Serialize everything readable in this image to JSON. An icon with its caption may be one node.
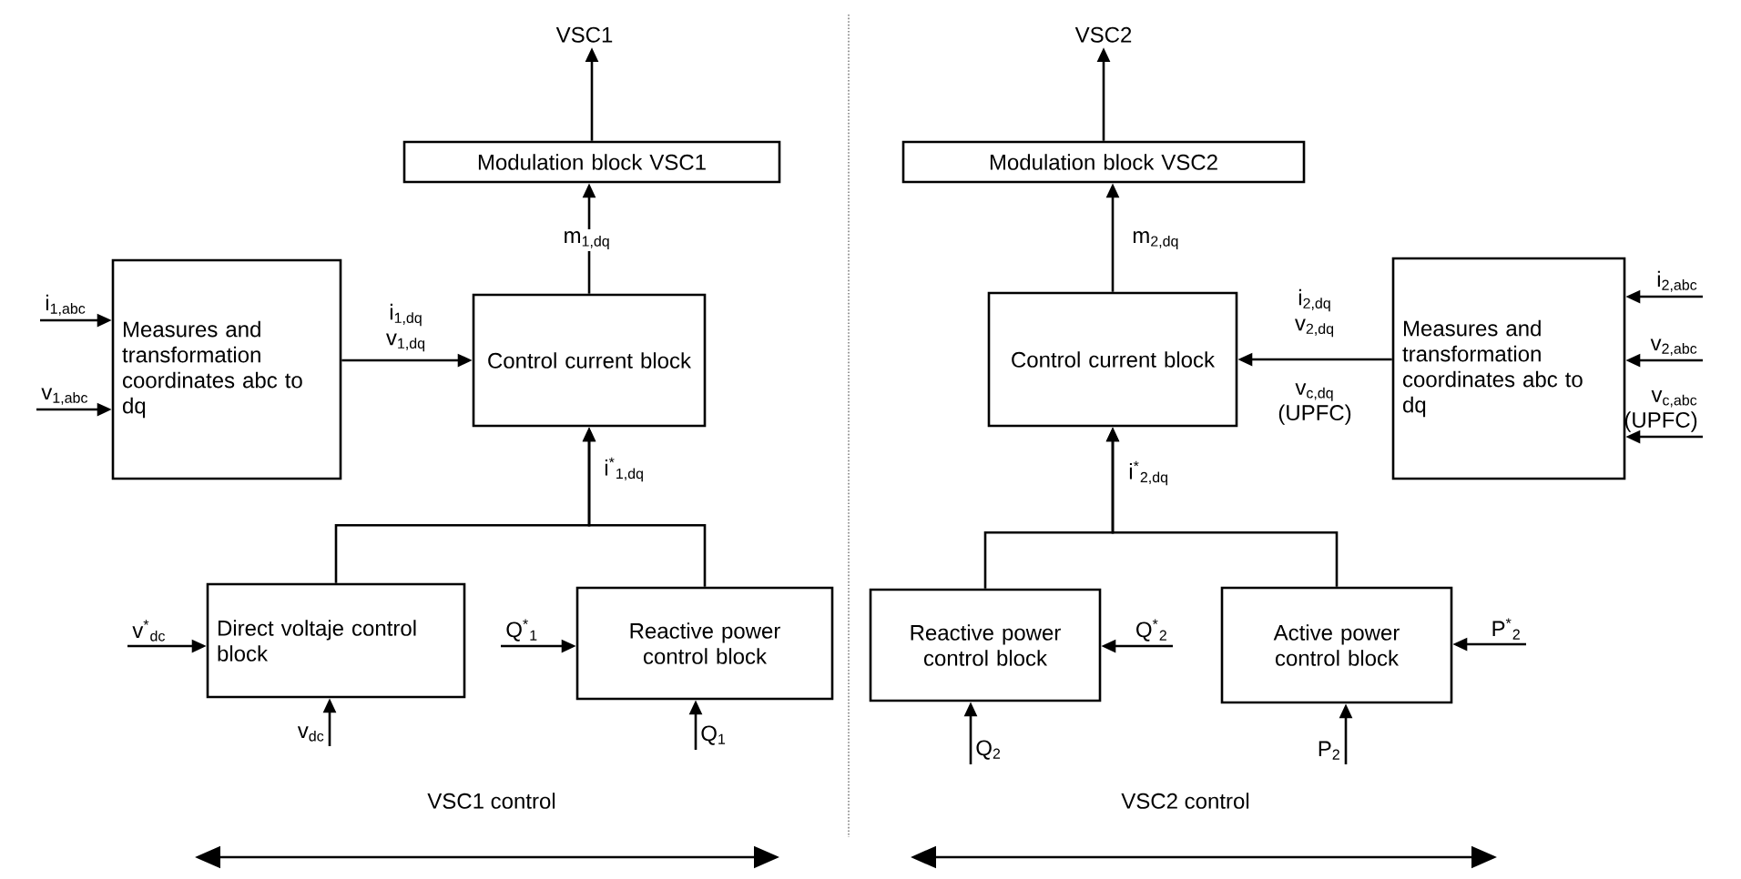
{
  "diagram": {
    "nodes": [
      {
        "text": [
          "Modulation block VSC1"
        ]
      },
      {
        "text": [
          "Measures and transformation coordinates abc to dq"
        ]
      },
      {
        "text": [
          "Control current block"
        ]
      },
      {
        "text": [
          "Direct voltaje control block"
        ]
      },
      {
        "text": [
          "Reactive power control block"
        ]
      },
      {
        "text": [
          "Modulation block VSC2"
        ]
      },
      {
        "text": [
          "Control current block"
        ]
      },
      {
        "text": [
          "Measures and transformation coordinates abc to dq"
        ]
      },
      {
        "text": [
          "Reactive power control block"
        ]
      },
      {
        "text": [
          "Active power control block"
        ]
      },
      {
        "text": [
          "VSC1"
        ]
      },
      {
        "text": [
          "i$_{1,abc}$"
        ]
      },
      {
        "text": [
          "v$_{1,abc}$"
        ]
      },
      {
        "text": [
          "v$^{*}$$_{dc}$"
        ]
      },
      {
        "text": [
          "v$_{dc}$"
        ]
      },
      {
        "text": [
          "Q$^{*}$$_{1}$"
        ]
      },
      {
        "text": [
          "Q$_{1}$"
        ]
      },
      {
        "text": [
          "VSC2"
        ]
      },
      {
        "text": [
          "i$_{2,abc}$"
        ]
      },
      {
        "text": [
          "v$_{2,abc}$"
        ]
      },
      {
        "text": [
          "v$_{c,abc}$ (UPFC)"
        ]
      },
      {
        "text": [
          "Q$^{*}$$_{2}$"
        ]
      },
      {
        "text": [
          "Q$_{2}$"
        ]
      },
      {
        "text": [
          "P$^{*}$$_{2}$"
        ]
      },
      {
        "text": [
          "P$_{2}$"
        ]
      }
    ],
    "edges": [
      {
        "from": 0,
        "to": 10,
        "arrow": "to"
      },
      {
        "from": 2,
        "to": 0,
        "arrow": "to",
        "label": "m$_{1,dq}$"
      },
      {
        "from": 1,
        "to": 2,
        "arrow": "to",
        "label": "i$_{1,dq}$ v$_{1,dq}$"
      },
      {
        "from": 3,
        "to": 2,
        "arrow": "to",
        "label": "i$^{*}$$_{1,dq}$"
      },
      {
        "from": 4,
        "to": 2,
        "arrow": "to"
      },
      {
        "from": 11,
        "to": 1,
        "arrow": "to"
      },
      {
        "from": 12,
        "to": 1,
        "arrow": "to"
      },
      {
        "from": 13,
        "to": 3,
        "arrow": "to"
      },
      {
        "from": 14,
        "to": 3,
        "arrow": "to"
      },
      {
        "from": 15,
        "to": 4,
        "arrow": "to"
      },
      {
        "from": 16,
        "to": 4,
        "arrow": "to"
      },
      {
        "from": 5,
        "to": 17,
        "arrow": "to"
      },
      {
        "from": 6,
        "to": 5,
        "arrow": "to",
        "label": "m$_{2,dq}$"
      },
      {
        "from": 7,
        "to": 6,
        "arrow": "to",
        "label": "i$_{2,dq}$ v$_{2,dq}$"
      },
      {
        "from": 8,
        "to": 6,
        "arrow": "to",
        "label": "i$^{*}$$_{2,dq}$"
      },
      {
        "from": 9,
        "to": 6,
        "arrow": "to"
      },
      {
        "from": 18,
        "to": 7,
        "arrow": "to"
      },
      {
        "from": 19,
        "to": 7,
        "arrow": "to"
      },
      {
        "from": 20,
        "to": 7,
        "arrow": "to"
      },
      {
        "from": 21,
        "to": 8,
        "arrow": "to"
      },
      {
        "from": 22,
        "to": 8,
        "arrow": "to"
      },
      {
        "from": 23,
        "to": 9,
        "arrow": "to"
      },
      {
        "from": 24,
        "to": 9,
        "arrow": "to"
      }
    ],
    "labels": [
      "v$_{c,dq}$ (UPFC)",
      "VSC1 control",
      "VSC2 control"
    ]
  }
}
